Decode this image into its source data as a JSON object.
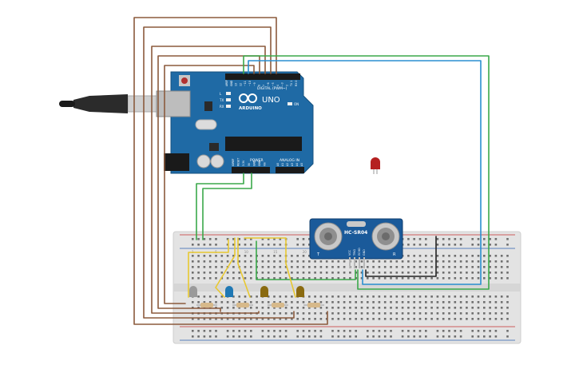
{
  "arduino": {
    "brand": "ARDUINO",
    "model": "UNO",
    "digital_label": "DIGITAL (PWM~)",
    "power_label": "POWER",
    "analog_label": "ANALOG IN",
    "led_labels": [
      "L",
      "TX",
      "RX"
    ],
    "on_label": "ON",
    "digital_pins": [
      "AREF",
      "GND",
      "13",
      "12",
      "~11",
      "~10",
      "~9",
      "8",
      "7",
      "~6",
      "~5",
      "4",
      "~3",
      "2",
      "TX 1",
      "RX 0"
    ],
    "power_pins": [
      "IOREF",
      "RESET",
      "3.3V",
      "5V",
      "GND",
      "GND",
      "Vin"
    ],
    "analog_pins": [
      "A0",
      "A1",
      "A2",
      "A3",
      "A4",
      "A5"
    ]
  },
  "sensor": {
    "model": "HC-SR04",
    "left_mark": "T",
    "right_mark": "R",
    "pin_labels": [
      "VCC",
      "TRIG",
      "ECHO",
      "GND"
    ]
  },
  "breadboard": {
    "col_labels": [
      "1",
      "5",
      "10",
      "15",
      "20",
      "25",
      "30"
    ]
  },
  "colors": {
    "wire_brown": "#8b5a3c",
    "wire_green": "#3aa84a",
    "wire_blue": "#2a8fd0",
    "wire_black": "#222222",
    "wire_yellow": "#e8c830",
    "board_blue": "#1f6aa5",
    "sensor_blue": "#1a5a9a",
    "breadboard_bg": "#e3e3e3"
  },
  "leds": [
    {
      "name": "led-gray",
      "color": "#9a9a9a"
    },
    {
      "name": "led-blue",
      "color": "#1f78b4"
    },
    {
      "name": "led-brown-1",
      "color": "#8a6a10"
    },
    {
      "name": "led-brown-2",
      "color": "#8a6a10"
    },
    {
      "name": "led-red",
      "color": "#b52020"
    }
  ]
}
